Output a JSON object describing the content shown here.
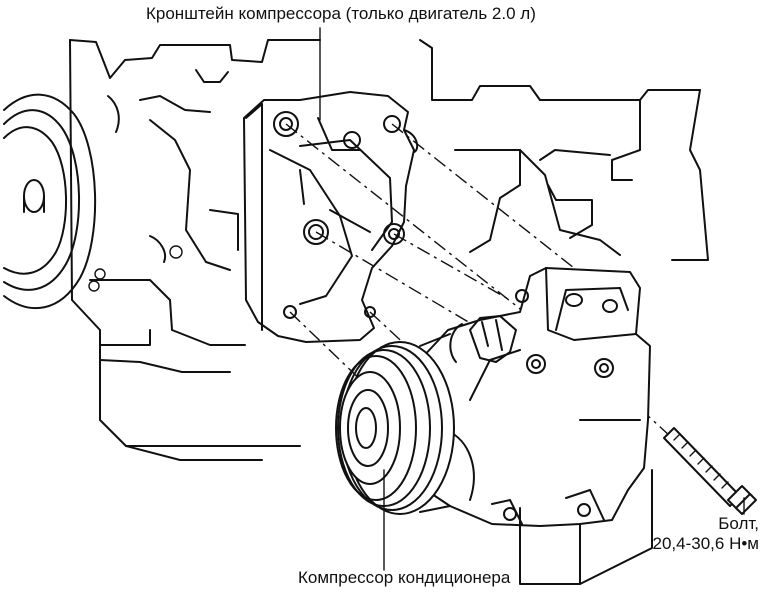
{
  "labels": {
    "bracket": "Кронштейн компрессора (только двигатель 2.0 л)",
    "compressor": "Компрессор кондиционера",
    "bolt_name": "Болт,",
    "bolt_torque": "20,4-30,6 Н•м"
  }
}
